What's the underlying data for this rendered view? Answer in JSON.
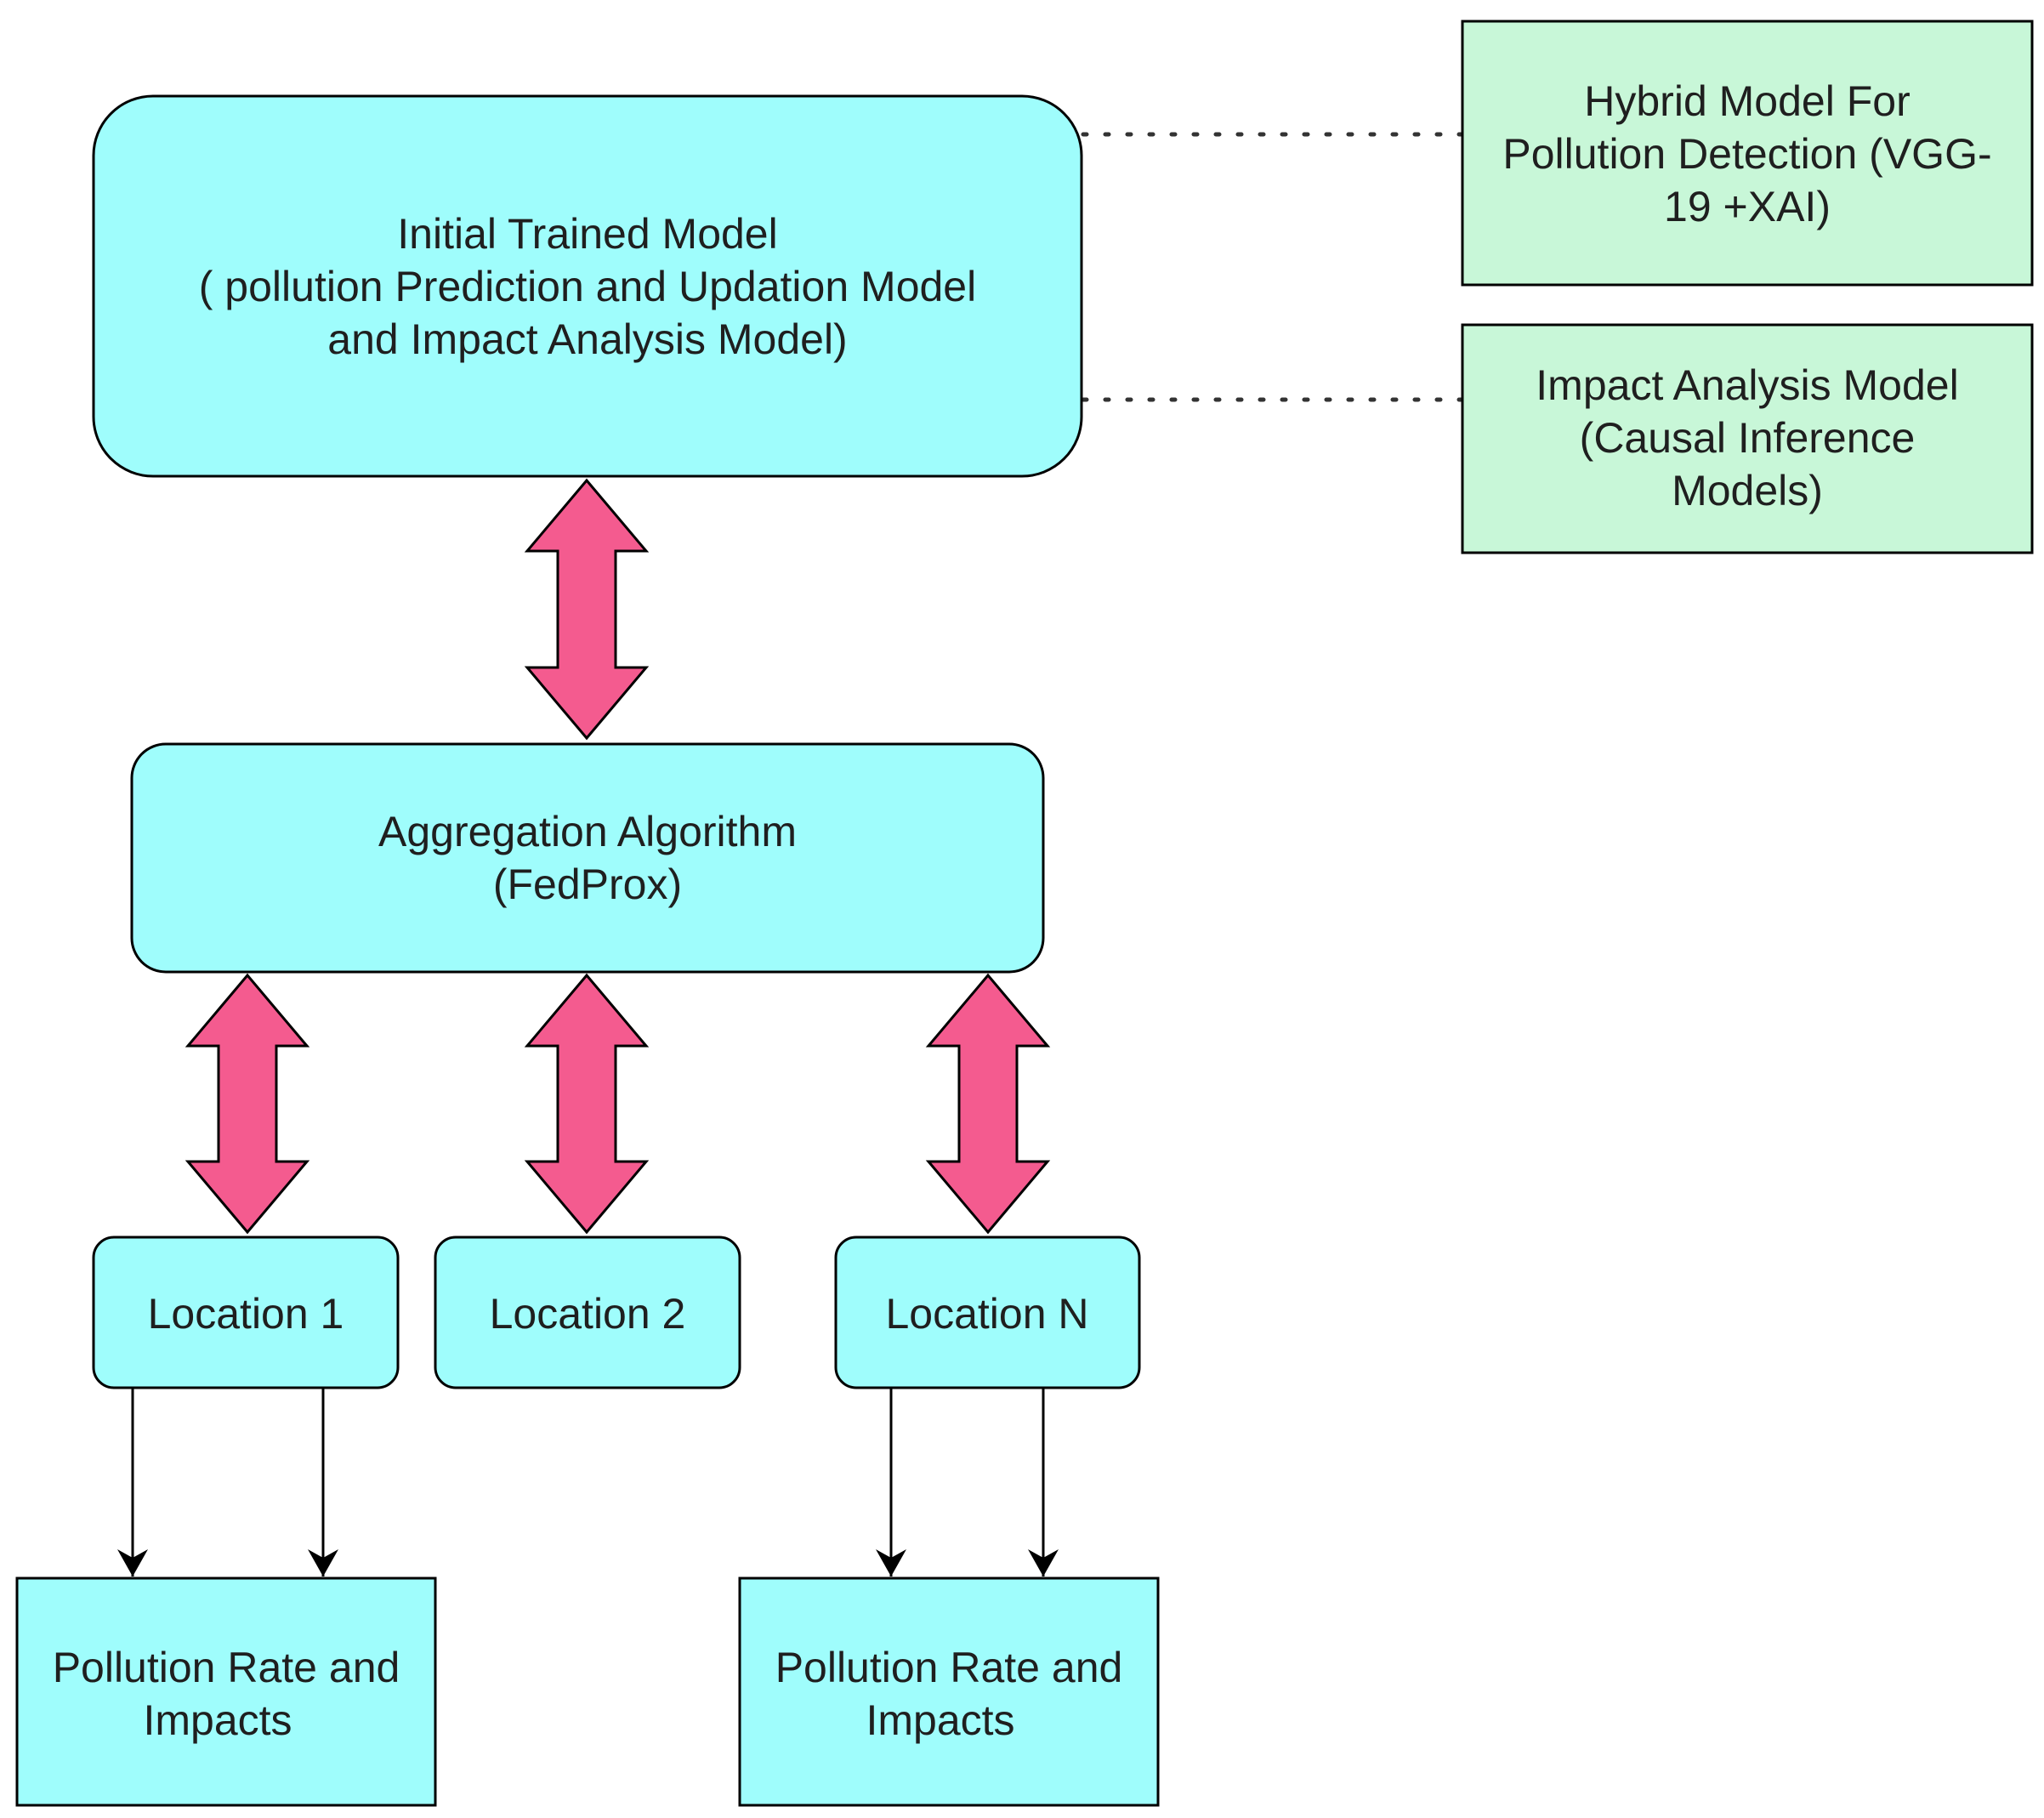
{
  "nodes": {
    "initial_model": {
      "lines": [
        "Initial Trained Model",
        "( pollution Prediction and Updation Model",
        "and Impact Analysis Model)"
      ]
    },
    "hybrid_model": {
      "lines": [
        "Hybrid Model For",
        "Pollution Detection (VGG-",
        "19 +XAI)"
      ]
    },
    "impact_model": {
      "lines": [
        "Impact Analysis Model",
        "(Causal Inference",
        "Models)"
      ]
    },
    "aggregation": {
      "lines": [
        "Aggregation Algorithm",
        "(FedProx)"
      ]
    },
    "location_1": {
      "label": "Location 1"
    },
    "location_2": {
      "label": "Location 2"
    },
    "location_n": {
      "label": "Location N"
    },
    "output_1": {
      "lines": [
        "Pollution Rate and",
        "Impacts"
      ]
    },
    "output_n": {
      "lines": [
        "Pollution Rate and",
        "Impacts"
      ]
    }
  },
  "colors": {
    "process_fill": "#9ffdfc",
    "model_fill": "#c8f7d8",
    "arrow_fill": "#f45b8f"
  }
}
